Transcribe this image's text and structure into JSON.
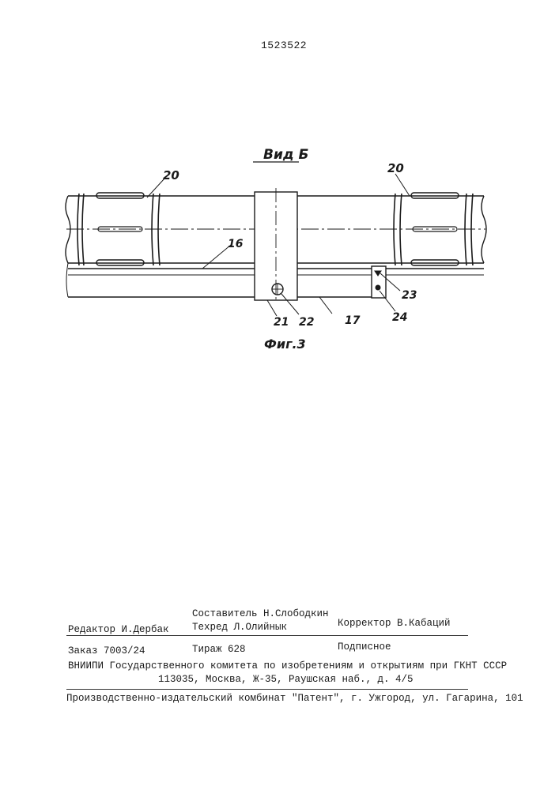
{
  "patent_number": "1523522",
  "figure": {
    "view_label": "Вид Б",
    "caption": "Фиг.3",
    "callouts": {
      "n16": "16",
      "n17": "17",
      "n20_left": "20",
      "n20_right": "20",
      "n21": "21",
      "n22": "22",
      "n23": "23",
      "n24": "24"
    }
  },
  "colophon": {
    "editor": "Редактор И.Дербак",
    "compiler": "Составитель Н.Слободкин",
    "techred": "Техред Л.Олийнык",
    "corrector": "Корректор В.Кабаций",
    "order": "Заказ 7003/24",
    "print_run": "Тираж 628",
    "subscription": "Подписное",
    "institute_line1": "ВНИИПИ Государственного комитета по изобретениям и открытиям при ГКНТ СССР",
    "institute_line2": "113035, Москва, Ж-35, Раушская наб., д. 4/5",
    "publisher": "Производственно-издательский комбинат \"Патент\", г. Ужгород, ул. Гагарина, 101"
  }
}
